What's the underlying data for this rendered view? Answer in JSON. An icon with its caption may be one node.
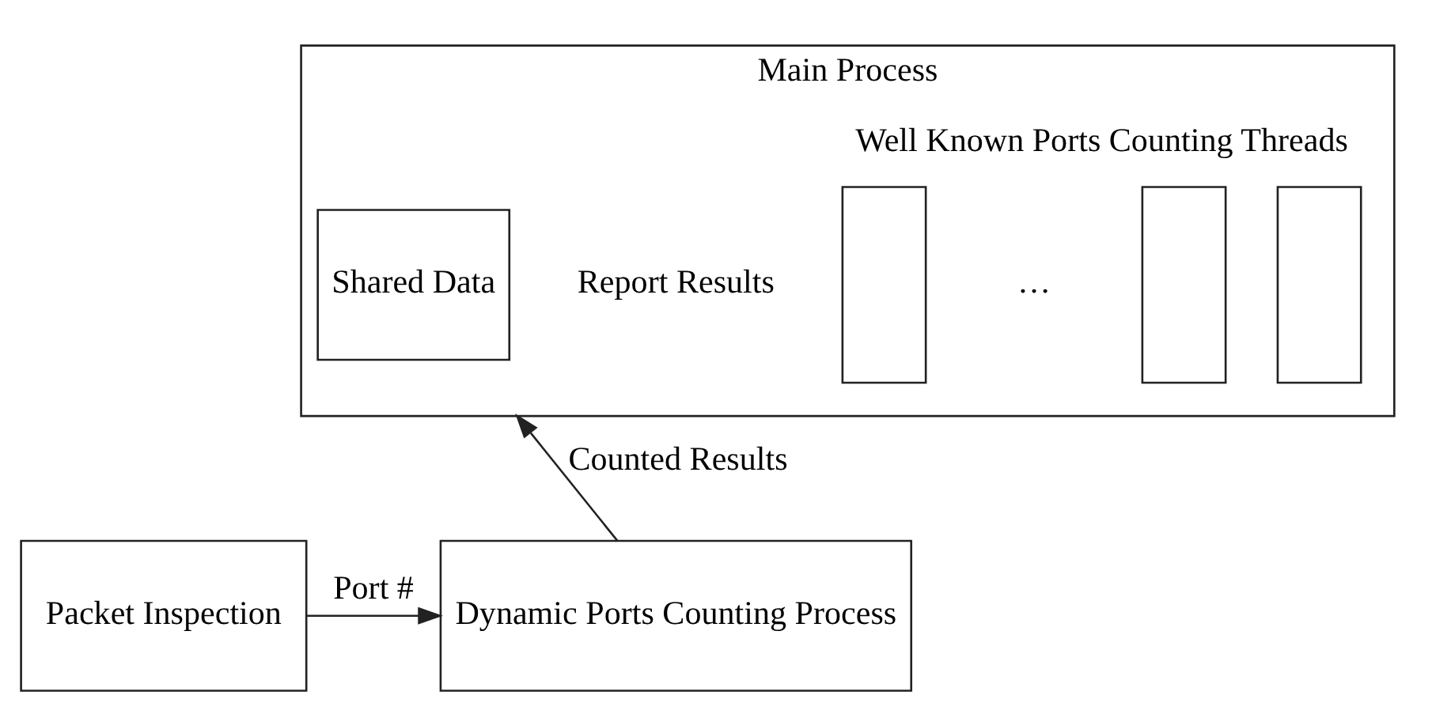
{
  "diagram": {
    "nodes": [
      {
        "text": [
          "Main Process"
        ]
      },
      {
        "text": [
          "Shared Data"
        ],
        "in": 0
      },
      {
        "text": [],
        "shape": "box",
        "in": 0
      },
      {
        "text": [],
        "shape": "box",
        "in": 0
      },
      {
        "text": [],
        "shape": "box",
        "in": 0
      },
      {
        "text": [
          "Dynamic Ports Counting Process"
        ]
      },
      {
        "text": [
          "Packet Inspection"
        ]
      }
    ],
    "edges": [
      {
        "from": 5,
        "to": 0,
        "arrow": "to",
        "label": "Counted Results"
      },
      {
        "from": 6,
        "to": 5,
        "arrow": "to",
        "label": "Port #"
      }
    ],
    "labels": [
      "Report Results",
      "Well Known Ports Counting Threads",
      "…"
    ]
  }
}
